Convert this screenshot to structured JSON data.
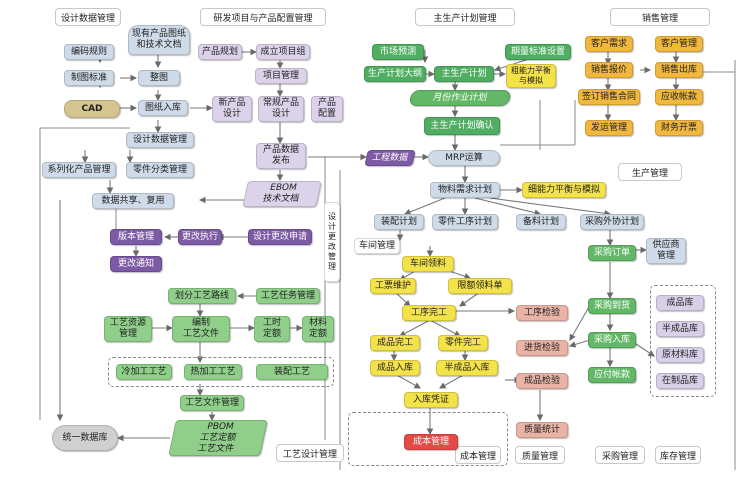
{
  "sections": {
    "design_data": "设计数据管理",
    "rd_config": "研发项目与产品配置管理",
    "master_plan": "主生产计划管理",
    "sales": "销售管理",
    "production": "生产管理",
    "process_design": "工艺设计管理",
    "cost": "成本管理",
    "quality": "质量管理",
    "purchase": "采购管理",
    "inventory": "库存管理"
  },
  "nodes": {
    "existing_docs": "现有产品图纸\n和技术文档",
    "coding_rules": "编码规则",
    "drawing_std": "制图标准",
    "cad": "CAD",
    "organize": "整图",
    "drawing_store": "图纸入库",
    "design_data_mgmt": "设计数据管理",
    "series_mgmt": "系列化产品管理",
    "parts_class": "零件分类管理",
    "data_share": "数据共享、复用",
    "product_plan": "产品规划",
    "create_project": "成立项目组",
    "project_mgmt": "项目管理",
    "new_design": "新产品\n设计",
    "normal_design": "常规产品\n设计",
    "product_config": "产品\n配置",
    "data_release": "产品数据\n发布",
    "ebom": "EBOM\n技术文档",
    "design_change": "设\n计\n更\n改\n管\n理",
    "version_mgmt": "版本管理",
    "change_exec": "更改执行",
    "change_apply": "设计更改申请",
    "change_notice": "更改通知",
    "unified_db": "统一数据库",
    "market_forecast": "市场预测",
    "batch_setting": "期量标准设置",
    "prod_outline": "生产计划大纲",
    "mps": "主生产计划",
    "rough_cap": "粗能力平衡\n与模拟",
    "monthly_plan": "月份作业计划",
    "mps_confirm": "主生产计划确认",
    "eng_data": "工程数据",
    "mrp": "MRP运算",
    "cust_demand": "客户需求",
    "cust_mgmt": "客户管理",
    "sales_quote": "销售报价",
    "sales_out": "销售出库",
    "sign_contract": "签订销售合同",
    "receivable": "应收帐款",
    "ship_mgmt": "发运管理",
    "invoice": "财务开票",
    "mat_demand": "物料需求计划",
    "fine_cap": "细能力平衡与模拟",
    "assembly_plan": "装配计划",
    "parts_proc_plan": "零件工序计划",
    "material_plan": "备料计划",
    "outsource_plan": "采购外协计划",
    "workshop": "车间管理",
    "purchase_order": "采购订单",
    "supplier": "供应商\n管理",
    "shop_picking": "车间领料",
    "ticket_maint": "工票维护",
    "limit_picking": "限额领料单",
    "proc_complete": "工序完工",
    "proc_inspect": "工序检验",
    "purchase_arrival": "采购到货",
    "incoming_inspect": "进货检验",
    "purchase_store": "采购入库",
    "payable": "应付帐款",
    "product_done": "成品完工",
    "parts_done": "零件完工",
    "product_store": "成品入库",
    "semi_store": "半成品入库",
    "product_inspect": "成品检验",
    "store_voucher": "入库凭证",
    "cost_mgmt_node": "成本管理",
    "quality_stat": "质量统计",
    "wh_finished": "成品库",
    "wh_semi": "半成品库",
    "wh_raw": "原材料库",
    "wh_wip": "在制品库",
    "route_division": "划分工艺路线",
    "task_mgmt": "工艺任务管理",
    "resource_mgmt": "工艺资源\n管理",
    "compile_doc": "编制\n工艺文件",
    "labor_quota": "工时\n定额",
    "material_quota": "材料\n定额",
    "cold_proc": "冷加工工艺",
    "hot_proc": "热加工工艺",
    "assembly_proc": "装配工艺",
    "proc_doc_mgmt": "工艺文件管理",
    "pbom": "PBOM\n工艺定额\n工艺文件"
  }
}
